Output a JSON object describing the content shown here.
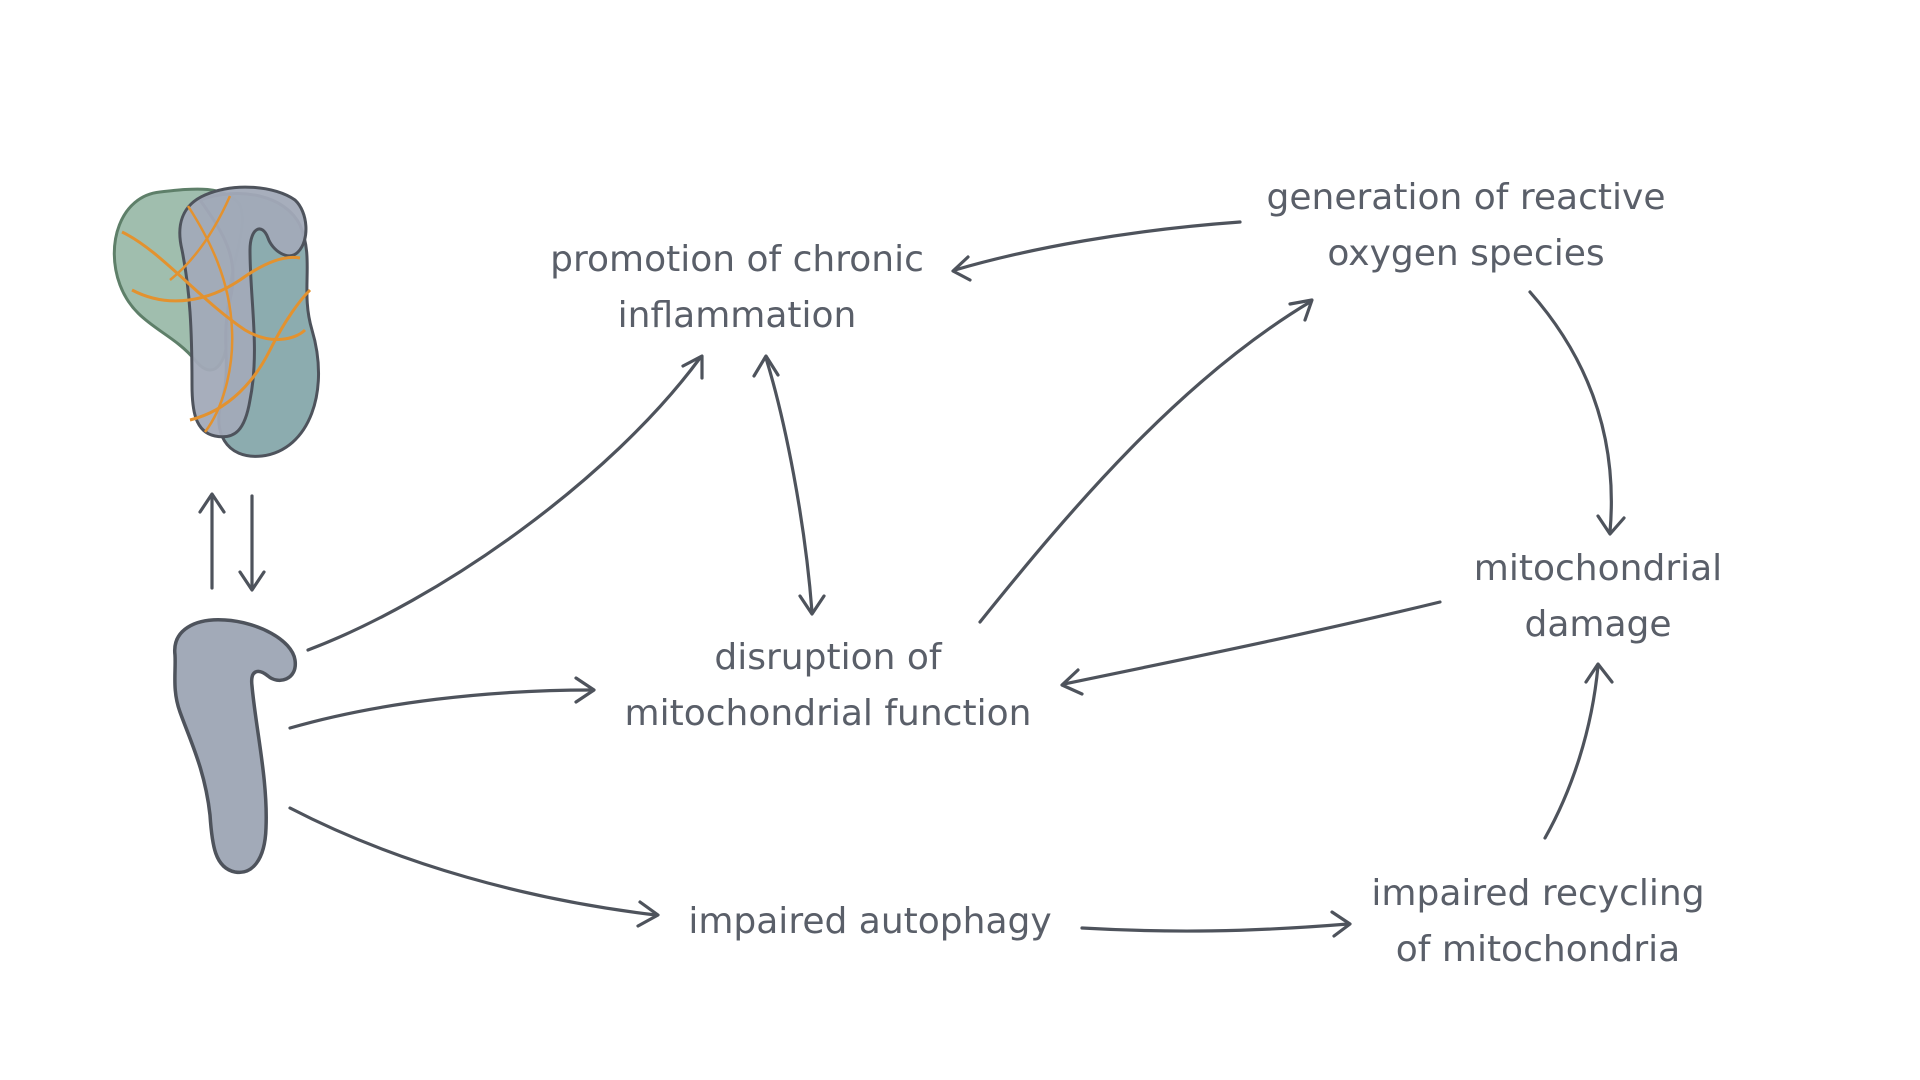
{
  "nodes": {
    "inflammation": {
      "lines": [
        "promotion of chronic",
        "inflammation"
      ]
    },
    "ros": {
      "lines": [
        "generation of reactive",
        "oxygen species"
      ]
    },
    "mito_function": {
      "lines": [
        "disruption of",
        "mitochondrial function"
      ]
    },
    "mito_damage": {
      "lines": [
        "mitochondrial",
        "damage"
      ]
    },
    "autophagy": {
      "lines": [
        "impaired autophagy"
      ]
    },
    "recycling": {
      "lines": [
        "impaired recycling",
        "of mitochondria"
      ]
    }
  },
  "icons": {
    "aggregate": "protein-aggregate-icon",
    "monomer": "protein-monomer-icon"
  },
  "colors": {
    "text": "#5a5f69",
    "stroke": "#4e535c",
    "protein_grey": "#a2aab8",
    "protein_teal": "#7fa3a6",
    "protein_green": "#8fb3a0",
    "fibril_orange": "#e3922f"
  }
}
